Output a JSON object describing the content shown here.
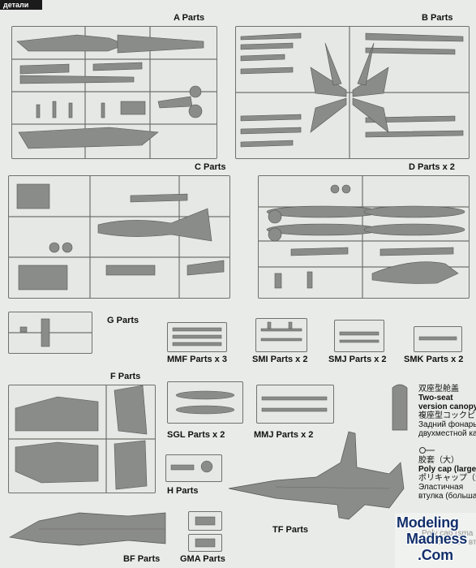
{
  "header": {
    "text": "детали"
  },
  "labels": {
    "a": "A  Parts",
    "b": "B  Parts",
    "c": "C  Parts",
    "d": "D  Parts x 2",
    "g": "G  Parts",
    "mmf": "MMF  Parts x 3",
    "smi": "SMI  Parts x 2",
    "smj": "SMJ  Parts x 2",
    "smk": "SMK  Parts x 2",
    "f": "F  Parts",
    "sgl": "SGL  Parts x 2",
    "mmj": "MMJ  Parts x 2",
    "h": "H  Parts",
    "tf": "TF  Parts",
    "bf": "BF  Parts",
    "gma": "GMA  Parts"
  },
  "canopy_note": {
    "line1": "双座型舱盖",
    "line2": "Two-seat",
    "line3": "version canopy",
    "line4": "複座型コックピット",
    "line5": "Задний фонарь",
    "line6": "двухместной каб"
  },
  "polycap_note": {
    "line1": "胶套（大）",
    "line2": "Poly cap (large)",
    "line3": "ポリキャップ（大）",
    "line4": "Эластичная",
    "line5": "втулка (большая"
  },
  "small_polycap_note": {
    "line1": "Poly cap (sma",
    "line2": "Эластичная вт"
  },
  "watermark": {
    "line1": "Modeling",
    "line2": "Madness",
    "line3": ".Com"
  },
  "colors": {
    "plastic": "#8a8c89",
    "sprue_frame": "#6f716e",
    "paper": "#e9ebe8",
    "logo_blue": "#13306b"
  }
}
